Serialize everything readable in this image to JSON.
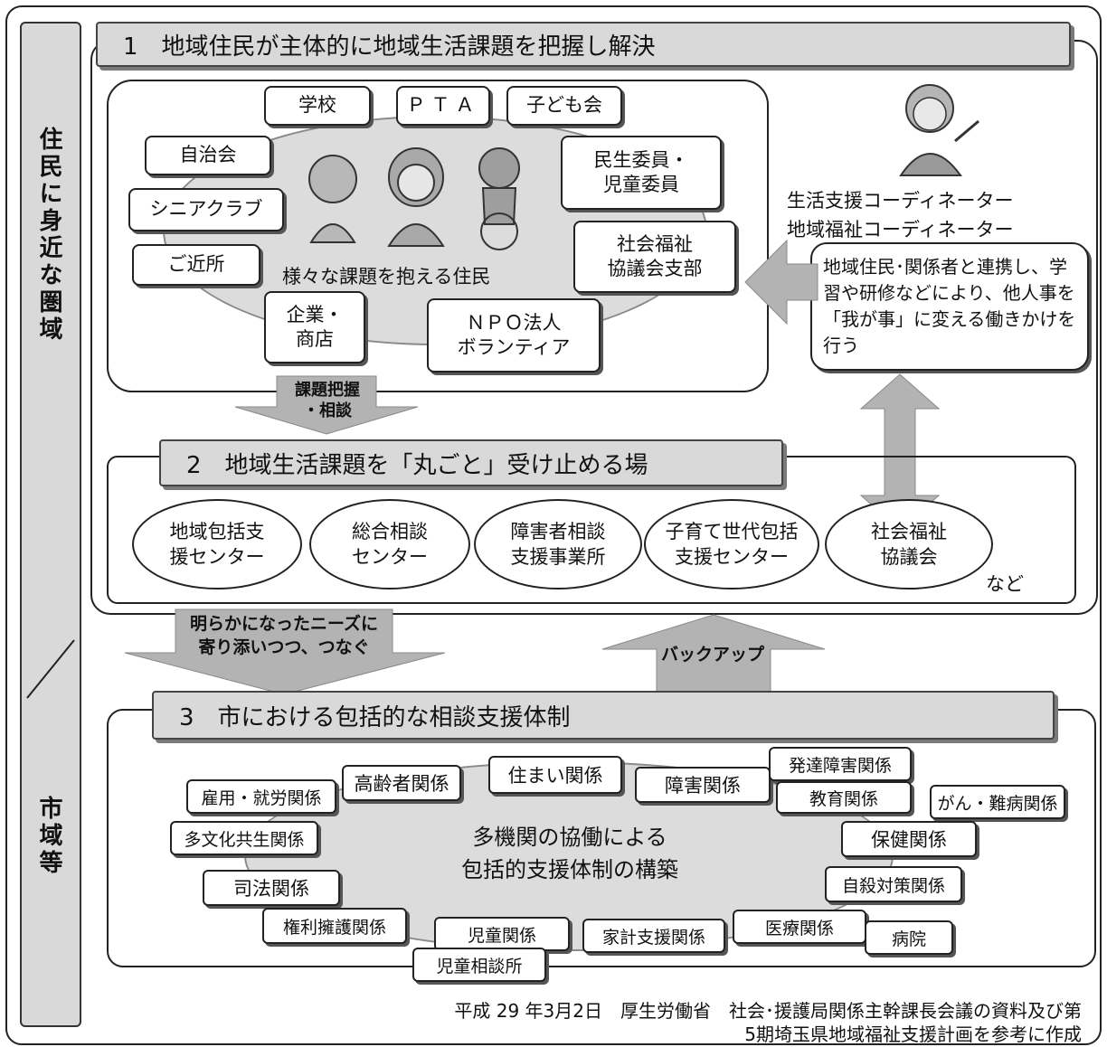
{
  "side": {
    "top_label": "住民に身近な圏域",
    "bottom_label": "市域等"
  },
  "section1": {
    "title": "1　地域住民が主体的に地域生活課題を把握し解決",
    "center_text": "様々な課題を抱える住民",
    "groups": [
      "学校",
      "ＰＴＡ",
      "子ども会",
      "自治会",
      "シニアクラブ",
      "ご近所",
      "民生委員・\n児童委員",
      "社会福祉\n協議会支部",
      "企業・\n商店",
      "ＮＰＯ法人\nボランティア"
    ],
    "coordinator_labels": [
      "生活支援コーディネーター",
      "地域福祉コーディネーター"
    ],
    "coordinator_text": "地域住民･関係者と連携し、学習や研修などにより、他人事を「我が事」に変える働きかけを行う"
  },
  "arrows": {
    "grasp": "課題把握\n・相談",
    "connect": "明らかになったニーズに\n寄り添いつつ、つなぐ",
    "backup": "バックアップ"
  },
  "section2": {
    "title": "2　地域生活課題を「丸ごと」受け止める場",
    "centers": [
      "地域包括支\n援センター",
      "総合相談\nセンター",
      "障害者相談\n支援事業所",
      "子育て世代包括\n支援センター",
      "社会福祉\n協議会"
    ],
    "etc": "など"
  },
  "section3": {
    "title": "3　市における包括的な相談支援体制",
    "center_text": "多機関の協働による\n包括的支援体制の構築",
    "agencies": [
      "雇用・就労関係",
      "高齢者関係",
      "住まい関係",
      "障害関係",
      "発達障害関係",
      "教育関係",
      "がん・難病関係",
      "多文化共生関係",
      "保健関係",
      "司法関係",
      "自殺対策関係",
      "権利擁護関係",
      "児童関係",
      "家計支援関係",
      "医療関係",
      "病院",
      "児童相談所"
    ]
  },
  "footer": {
    "line1": "平成 29 年3月2日　厚生労働省　社会･援護局関係主幹課長会議の資料及び第",
    "line2": "5期埼玉県地域福祉支援計画を参考に作成"
  }
}
